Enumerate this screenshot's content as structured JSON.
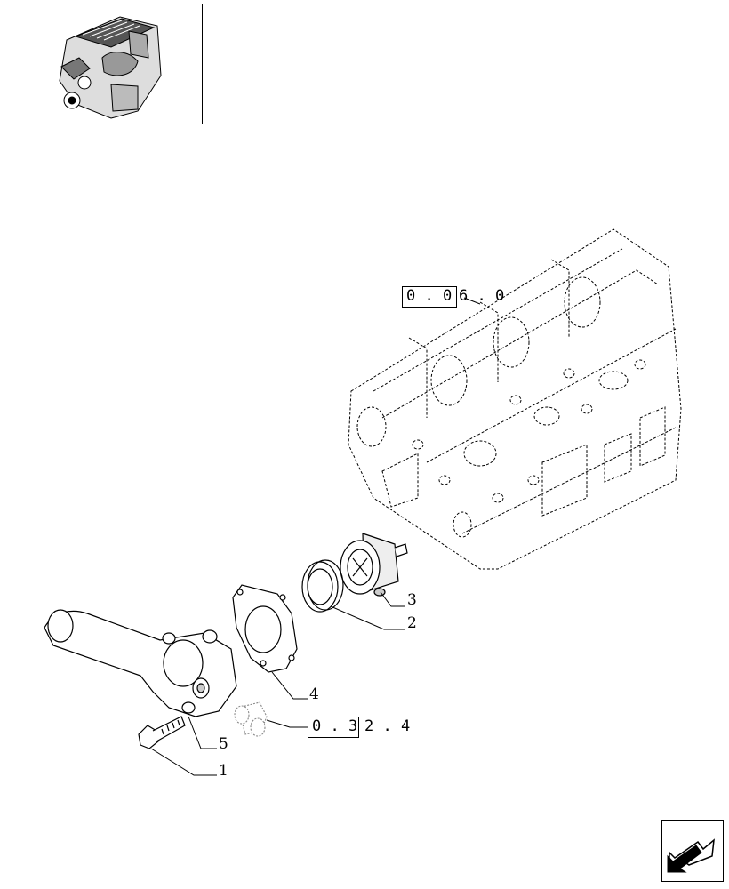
{
  "thumbnail": {
    "icon": "engine-thumbnail-icon"
  },
  "references": {
    "engine_block": {
      "boxed": "0 . 0",
      "tail": "6 . 0"
    },
    "plug": {
      "boxed": "0 . 3",
      "tail": "2 . 4"
    }
  },
  "callouts": {
    "bolt": "1",
    "seal_ring": "2",
    "thermostat": "3",
    "gasket": "4",
    "housing": "5"
  },
  "navigation": {
    "icon": "next-page-arrow-icon"
  }
}
